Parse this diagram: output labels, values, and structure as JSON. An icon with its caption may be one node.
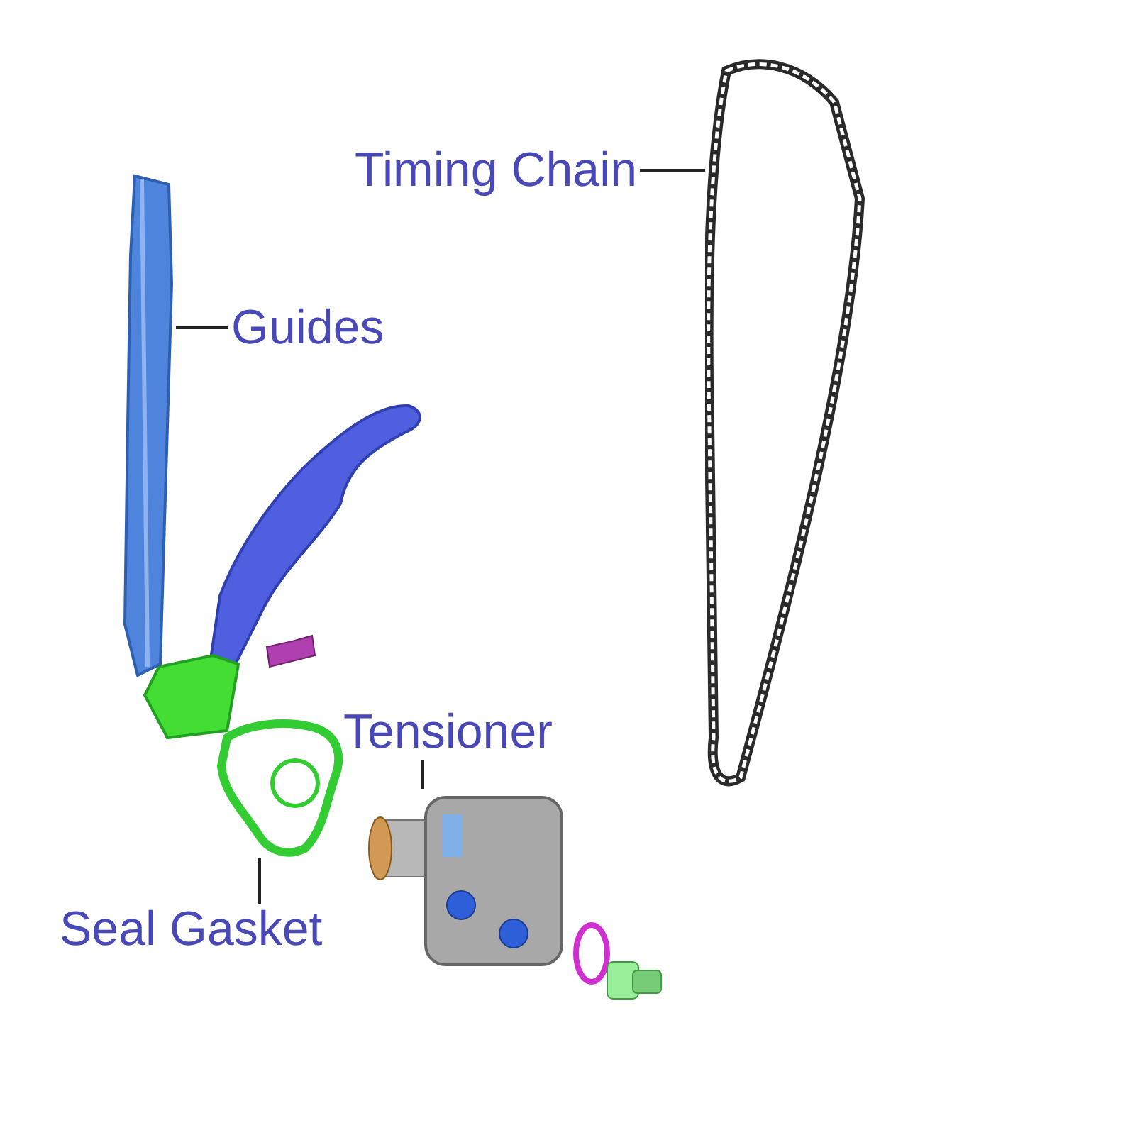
{
  "diagram": {
    "nodes": [
      {
        "text": [
          "Timing Chain"
        ]
      },
      {
        "text": [],
        "shape": "picture"
      },
      {
        "text": [
          "Guides"
        ]
      },
      {
        "text": [],
        "shape": "picture"
      },
      {
        "text": [
          "Tensioner"
        ]
      },
      {
        "text": [],
        "shape": "picture"
      },
      {
        "text": [
          "Seal Gasket"
        ]
      },
      {
        "text": [],
        "shape": "picture"
      }
    ],
    "edges": [
      {
        "from": 0,
        "to": 1,
        "arrow": "none"
      },
      {
        "from": 2,
        "to": 3,
        "arrow": "none"
      },
      {
        "from": 4,
        "to": 5,
        "arrow": "none"
      },
      {
        "from": 6,
        "to": 7,
        "arrow": "none"
      }
    ]
  }
}
